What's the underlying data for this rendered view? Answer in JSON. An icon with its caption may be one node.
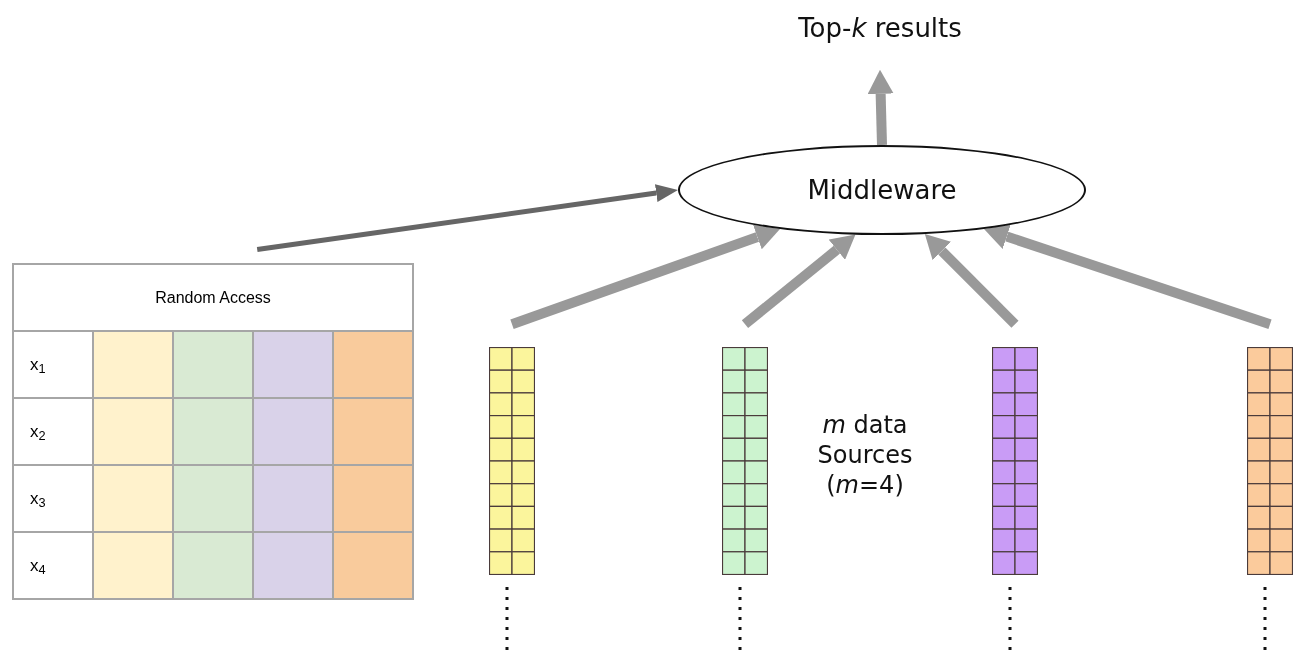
{
  "diagram": {
    "nodes": [
      {
        "text": [
          "Top-*k* results"
        ]
      },
      {
        "text": [
          "Middleware"
        ]
      },
      {
        "text": [
          "Random Access"
        ]
      },
      {
        "text": [],
        "shape": "bar"
      },
      {
        "text": [],
        "shape": "bar"
      },
      {
        "text": [],
        "shape": "bar"
      },
      {
        "text": [],
        "shape": "bar"
      }
    ],
    "edges": [
      {
        "from": 1,
        "to": 0,
        "arrow": "to"
      },
      {
        "from": 2,
        "to": 1,
        "arrow": "to",
        "color": "#666666"
      },
      {
        "from": 3,
        "to": 1,
        "arrow": "to"
      },
      {
        "from": 4,
        "to": 1,
        "arrow": "to"
      },
      {
        "from": 5,
        "to": 1,
        "arrow": "to"
      },
      {
        "from": 6,
        "to": 1,
        "arrow": "to"
      }
    ],
    "labels": [
      "x$_{1}$",
      "x$_{2}$",
      "x$_{3}$",
      "x$_{4}$",
      "*m* data Sources (*m*=4)"
    ]
  }
}
